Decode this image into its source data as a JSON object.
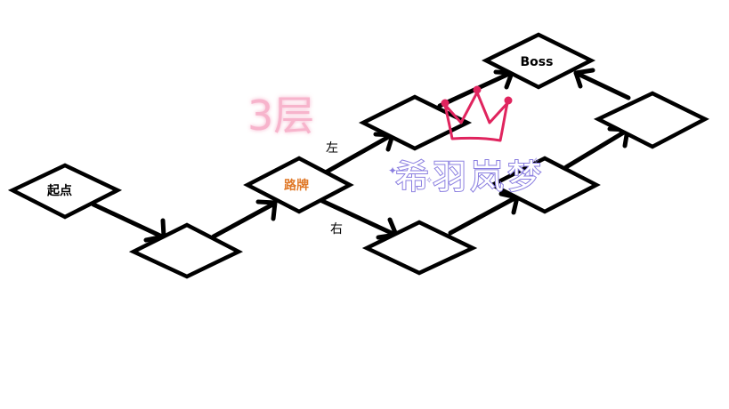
{
  "floor_label": "3层",
  "nodes": {
    "start": "起点",
    "n2": "",
    "signpost": "路牌",
    "left": "",
    "right": "",
    "n6": "",
    "n7": "",
    "boss": "Boss"
  },
  "edge_labels": {
    "left": "左",
    "right": "右"
  },
  "watermark": "希羽岚梦",
  "colors": {
    "signpost_text": "#e07a2a",
    "floor_label": "#f7b4cc",
    "crown": "#e0245e",
    "watermark": "#8a7ee0"
  }
}
